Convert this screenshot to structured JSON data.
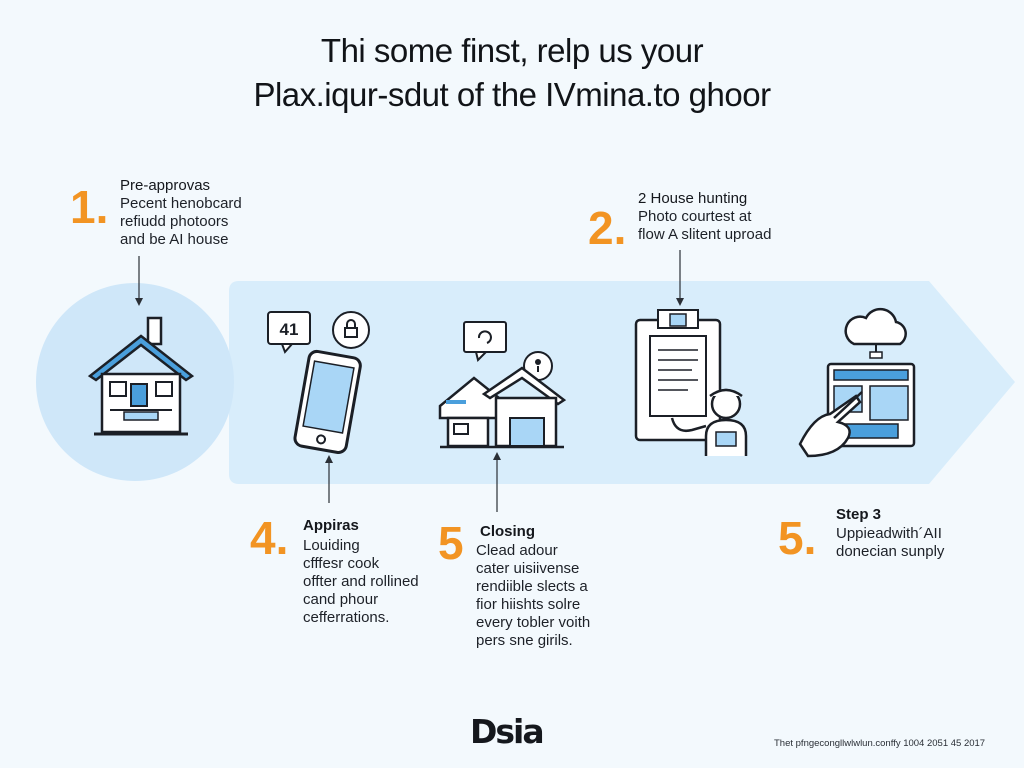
{
  "header": {
    "title_line1": "Thi some finst, relp us your",
    "title_line2": "Plax.iqur-sdut of the IVmina.to ghoor"
  },
  "steps": [
    {
      "number": "1.",
      "title": "Pre-approvas",
      "lines": [
        "Pecent henobcard",
        "refiudd photoors",
        "and be AI house"
      ]
    },
    {
      "number": "2.",
      "title": "2 House hunting",
      "lines": [
        "Photo courtest at",
        "flow A slitent uproad"
      ]
    },
    {
      "number": "4.",
      "title": "Appiras",
      "lines": [
        "Louiding",
        "cfffesr cook",
        "offter and rollined",
        "cand phour",
        "cefferrations."
      ]
    },
    {
      "number": "5",
      "title": "Closing",
      "lines": [
        "Clead adour",
        "cater uisiivense",
        "rendiible slects a",
        "fior hiishts solre",
        "every tobler voith",
        "pers sne girils."
      ]
    },
    {
      "number": "5.",
      "title": "Step 3",
      "lines": [
        "Uppieadwith´AII",
        "donecian sunply"
      ]
    }
  ],
  "icons": {
    "house": "house-icon",
    "phone": "smartphone-icon",
    "phone_badge": "41",
    "home": "two-houses-icon",
    "document": "document-inspector-icon",
    "upload": "cloud-upload-tablet-icon"
  },
  "footer": {
    "logo": "Dsia",
    "text": "Thet pfngecongllwlwlun.conffy 1004 2051 45 2017"
  },
  "colors": {
    "accent": "#f29423",
    "band": "#d8edfb",
    "circle": "#cfe7f9",
    "icon_blue": "#4a9fdc",
    "screen": "#a9d6f6"
  }
}
